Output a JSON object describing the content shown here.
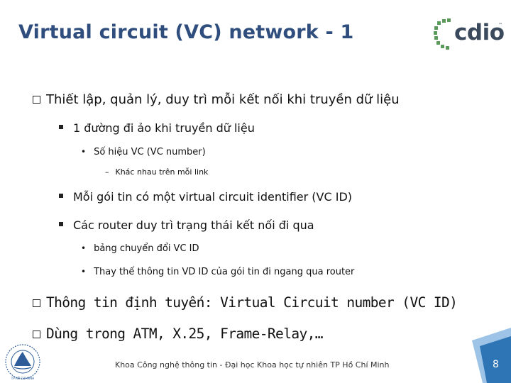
{
  "slide": {
    "title": "Virtual circuit (VC) network - 1",
    "logo_text": "cdio",
    "logo_tm": "™"
  },
  "bullets": {
    "b1": "Thiết lập, quản lý, duy trì mỗi kết nối khi truyền dữ liệu",
    "b1_1": "1 đường đi ảo khi truyền dữ liệu",
    "b1_1_1": "Số hiệu VC (VC number)",
    "b1_1_1_1": "Khác nhau trên mỗi link",
    "b1_2": "Mỗi gói tin có một virtual circuit identifier (VC ID)",
    "b1_3": "Các  router duy trì trạng thái kết nối đi qua",
    "b1_3_1": "bảng chuyển đổi VC ID",
    "b1_3_2": "Thay thế thông tin VD ID của gói tin đi ngang qua router",
    "b2": "Thông tin định tuyến: Virtual Circuit number (VC ID)",
    "b3": "Dùng trong ATM, X.25, Frame-Relay,…"
  },
  "footer": {
    "text": "Khoa Công nghệ thông tin - Đại học Khoa học tự nhiên TP Hồ Chí Minh",
    "page_number": "8",
    "seal_label": "TP HỒ CHÍ MINH"
  },
  "colors": {
    "title": "#2f4e7d",
    "logo_green": "#5b9a5a",
    "corner_blue": "#2e75b6",
    "corner_light": "#9dc3e6"
  }
}
